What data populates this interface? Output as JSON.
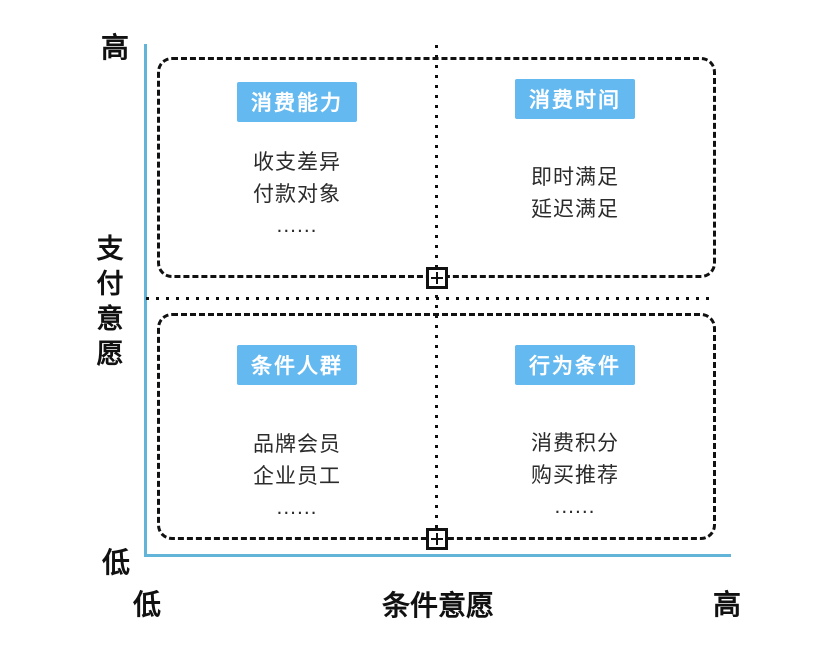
{
  "colors": {
    "badge": "#64b9f0",
    "axis": "#62b5d8",
    "line": "#111111",
    "text": "#2b2b2b"
  },
  "axes": {
    "y": {
      "label": "支付意愿",
      "top": "高",
      "bottom": "低"
    },
    "x": {
      "label": "条件意愿",
      "left": "低",
      "right": "高"
    }
  },
  "quadrants": [
    {
      "id": "top-left",
      "title": "消费能力",
      "items": [
        "收支差异",
        "付款对象",
        "......"
      ]
    },
    {
      "id": "top-right",
      "title": "消费时间",
      "items": [
        "即时满足",
        "延迟满足"
      ]
    },
    {
      "id": "bottom-left",
      "title": "条件人群",
      "items": [
        "品牌会员",
        "企业员工",
        "......"
      ]
    },
    {
      "id": "bottom-right",
      "title": "行为条件",
      "items": [
        "消费积分",
        "购买推荐",
        "......"
      ]
    }
  ],
  "markers": {
    "symbol": "+"
  }
}
